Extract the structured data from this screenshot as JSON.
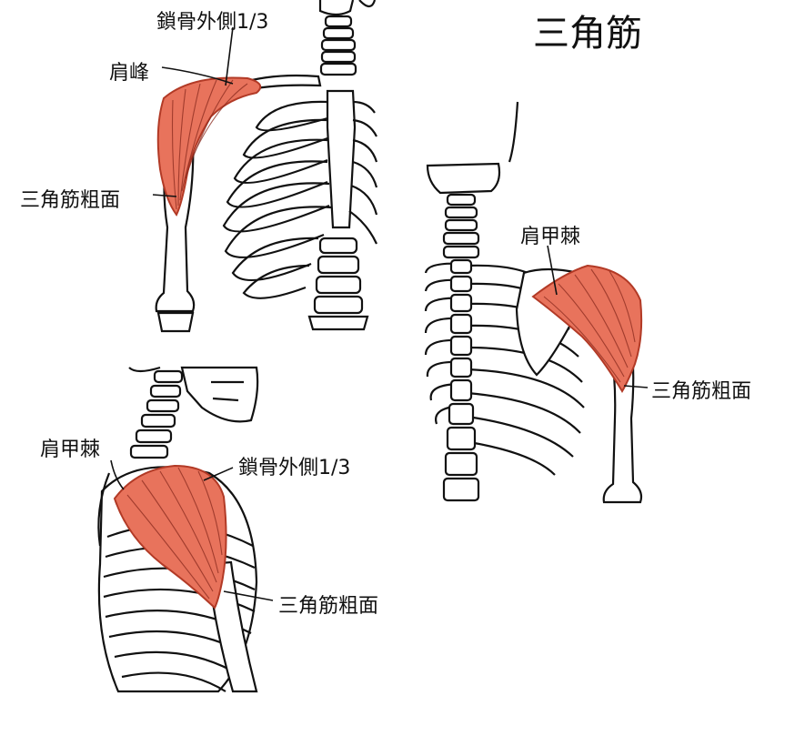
{
  "title": "三角筋",
  "colors": {
    "muscle": "#e8735c",
    "muscle_edge": "#b23a26",
    "bone_line": "#111111"
  },
  "front_view": {
    "label_clavicle": "鎖骨外側1/3",
    "label_acromion": "肩峰",
    "label_tuberosity": "三角筋粗面"
  },
  "back_view": {
    "label_spine": "肩甲棘",
    "label_tuberosity": "三角筋粗面"
  },
  "side_view": {
    "label_spine": "肩甲棘",
    "label_clavicle": "鎖骨外側1/3",
    "label_tuberosity": "三角筋粗面"
  }
}
